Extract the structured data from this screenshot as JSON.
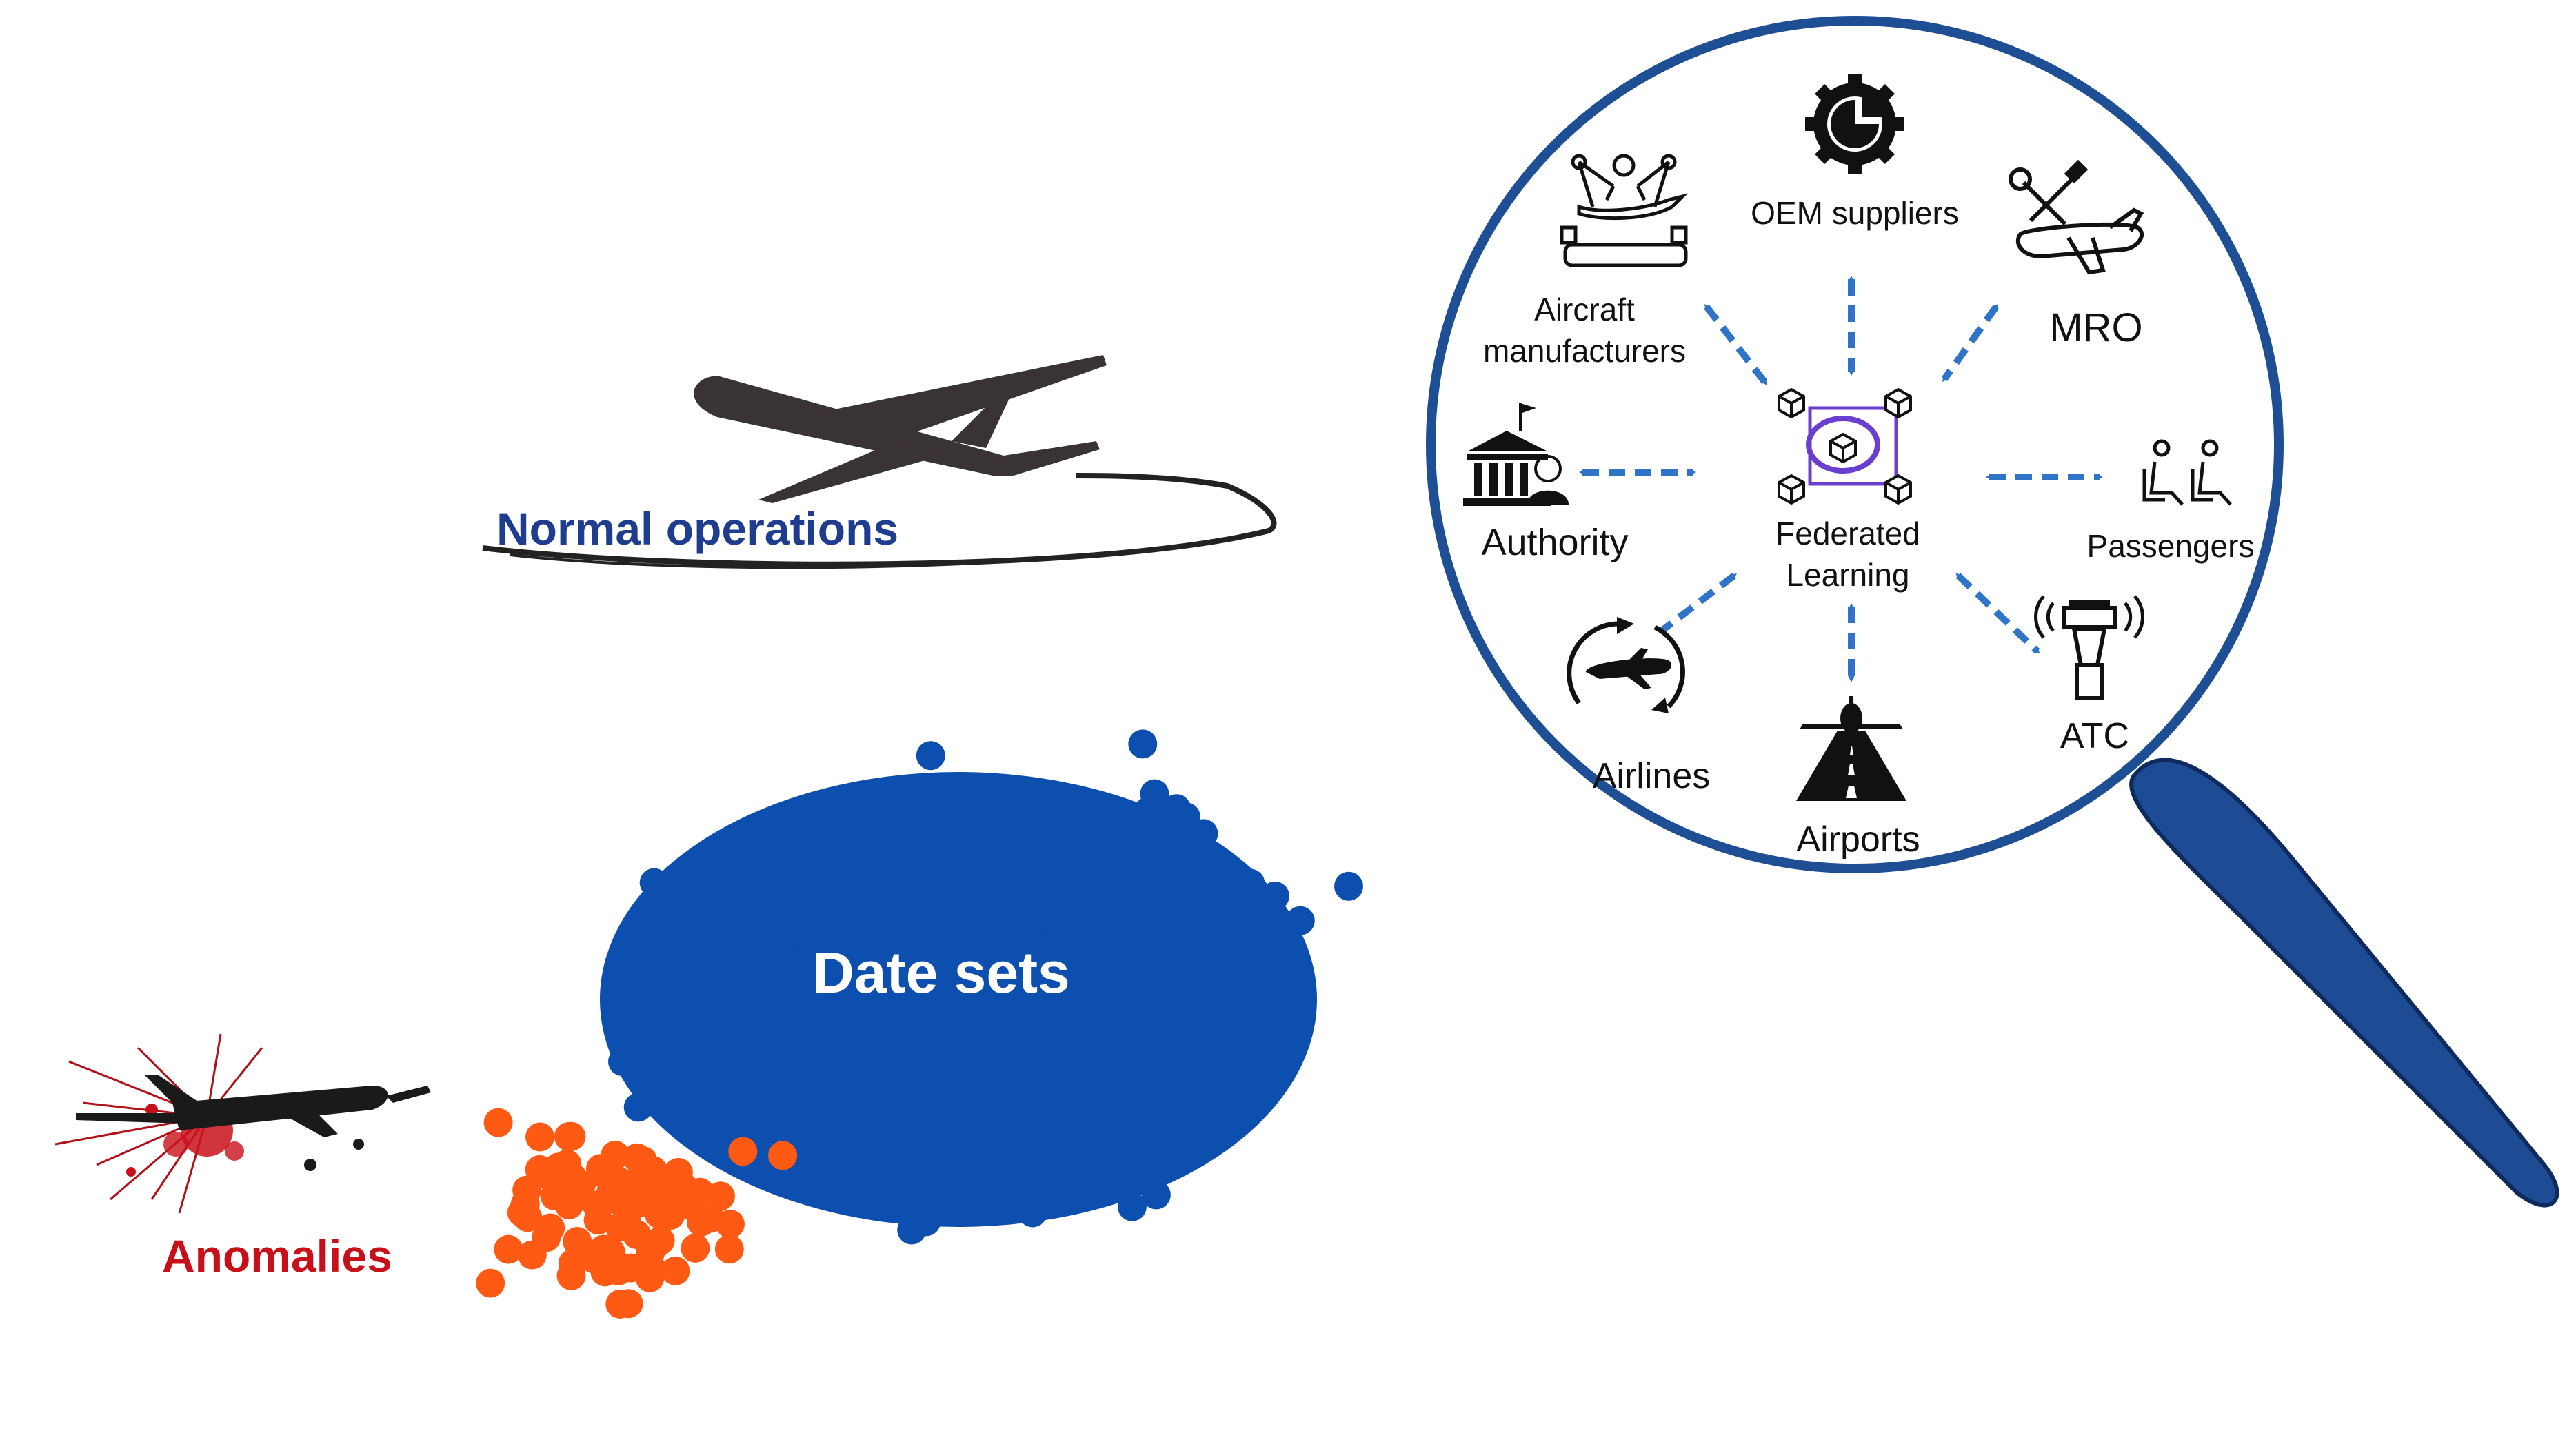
{
  "labels": {
    "normal": "Normal operations",
    "datasets": "Date sets",
    "anomalies": "Anomalies"
  },
  "center": {
    "line1": "Federated",
    "line2": "Learning"
  },
  "nodes": {
    "aircraft_line1": "Aircraft",
    "aircraft_line2": "manufacturers",
    "oem": "OEM suppliers",
    "mro": "MRO",
    "authority": "Authority",
    "passengers": "Passengers",
    "airlines": "Airlines",
    "airports": "Airports",
    "atc": "ATC"
  },
  "colors": {
    "normal_text": "#1f3d8f",
    "dataset_blue": "#0d4fae",
    "anomaly_orange": "#ff5a14",
    "anomaly_text": "#c8101a",
    "lens_ring": "#1e4f95",
    "arrow": "#2f74c6",
    "fl_purple": "#6a3fd0",
    "plane": "#3a3333"
  },
  "icons": [
    "aircraft-plane-icon",
    "crashed-plane-icon",
    "robot-arms-assembly-icon",
    "gear-pie-icon",
    "tools-plane-icon",
    "government-building-icon",
    "blockchain-network-icon",
    "passenger-seats-icon",
    "airline-cycle-icon",
    "runway-plane-icon",
    "control-tower-icon"
  ]
}
